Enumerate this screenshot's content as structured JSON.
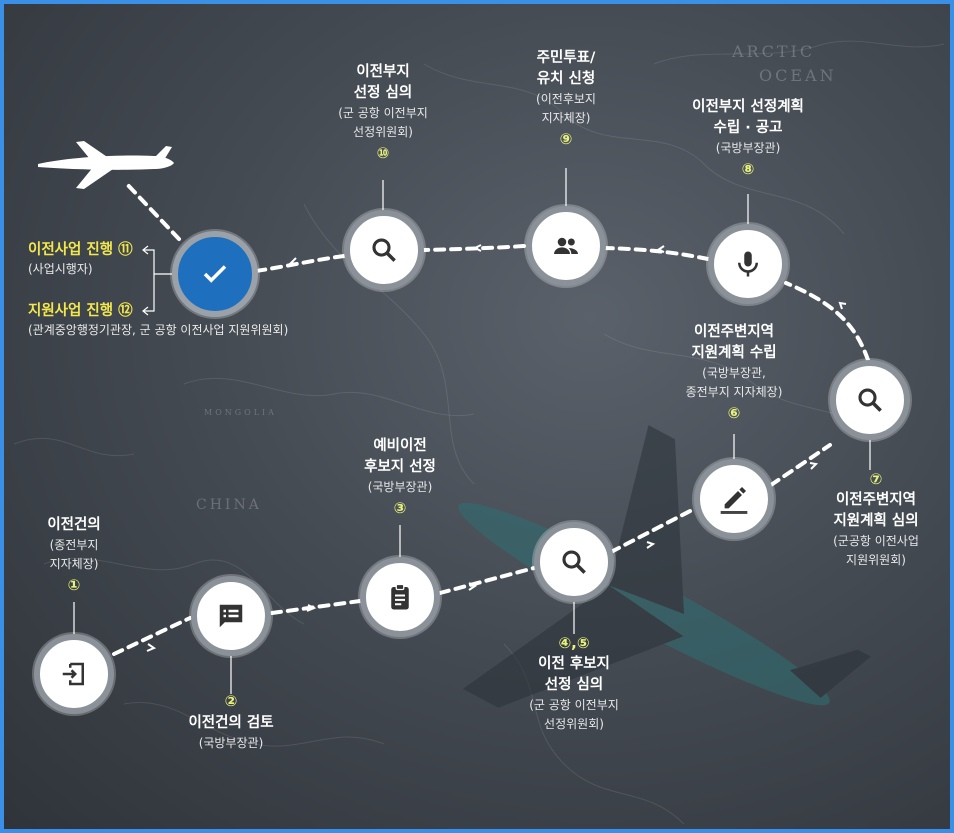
{
  "map_labels": {
    "arctic": "ARCTIC",
    "ocean": "OCEAN",
    "china": "CHINA",
    "mongolia": "MONGOLIA"
  },
  "steps": {
    "s1": {
      "title": "이전건의",
      "sub1": "(종전부지",
      "sub2": "지자체장)",
      "num": "①",
      "icon": "login-icon"
    },
    "s2": {
      "title": "이전건의 검토",
      "sub1": "(국방부장관)",
      "num": "②",
      "icon": "list-icon"
    },
    "s3": {
      "title1": "예비이전",
      "title2": "후보지 선정",
      "sub1": "(국방부장관)",
      "num": "③",
      "icon": "clipboard-icon"
    },
    "s45": {
      "title1": "이전 후보지",
      "title2": "선정 심의",
      "sub1": "(군 공항 이전부지",
      "sub2": "선정위원회)",
      "num": "④,⑤",
      "icon": "search-icon"
    },
    "s6": {
      "title1": "이전주변지역",
      "title2": "지원계획 수립",
      "sub1": "(국방부장관,",
      "sub2": "종전부지 지자체장)",
      "num": "⑥",
      "icon": "pen-icon"
    },
    "s7": {
      "title1": "이전주변지역",
      "title2": "지원계획 심의",
      "sub1": "(군공항 이전사업",
      "sub2": "지원위원회)",
      "num": "⑦",
      "icon": "search-icon"
    },
    "s8": {
      "title1": "이전부지 선정계획",
      "title2": "수립 · 공고",
      "sub1": "(국방부장관)",
      "num": "⑧",
      "icon": "microphone-icon"
    },
    "s9": {
      "title1": "주민투표/",
      "title2": "유치 신청",
      "sub1": "(이전후보지",
      "sub2": "지자체장)",
      "num": "⑨",
      "icon": "people-icon"
    },
    "s10": {
      "title1": "이전부지",
      "title2": "선정 심의",
      "sub1": "(군 공항 이전부지",
      "sub2": "선정위원회)",
      "num": "⑩",
      "icon": "search-icon"
    },
    "s11": {
      "title": "이전사업 진행 ⑪",
      "sub": "(사업시행자)"
    },
    "s12": {
      "title": "지원사업 진행 ⑫",
      "sub": "(관계중앙행정기관장, 군 공항 이전사업 지원위원회)"
    }
  },
  "colors": {
    "frame": "#3a8fe6",
    "accent_yellow": "#f2e84c",
    "done_node": "#1f6fbf"
  }
}
